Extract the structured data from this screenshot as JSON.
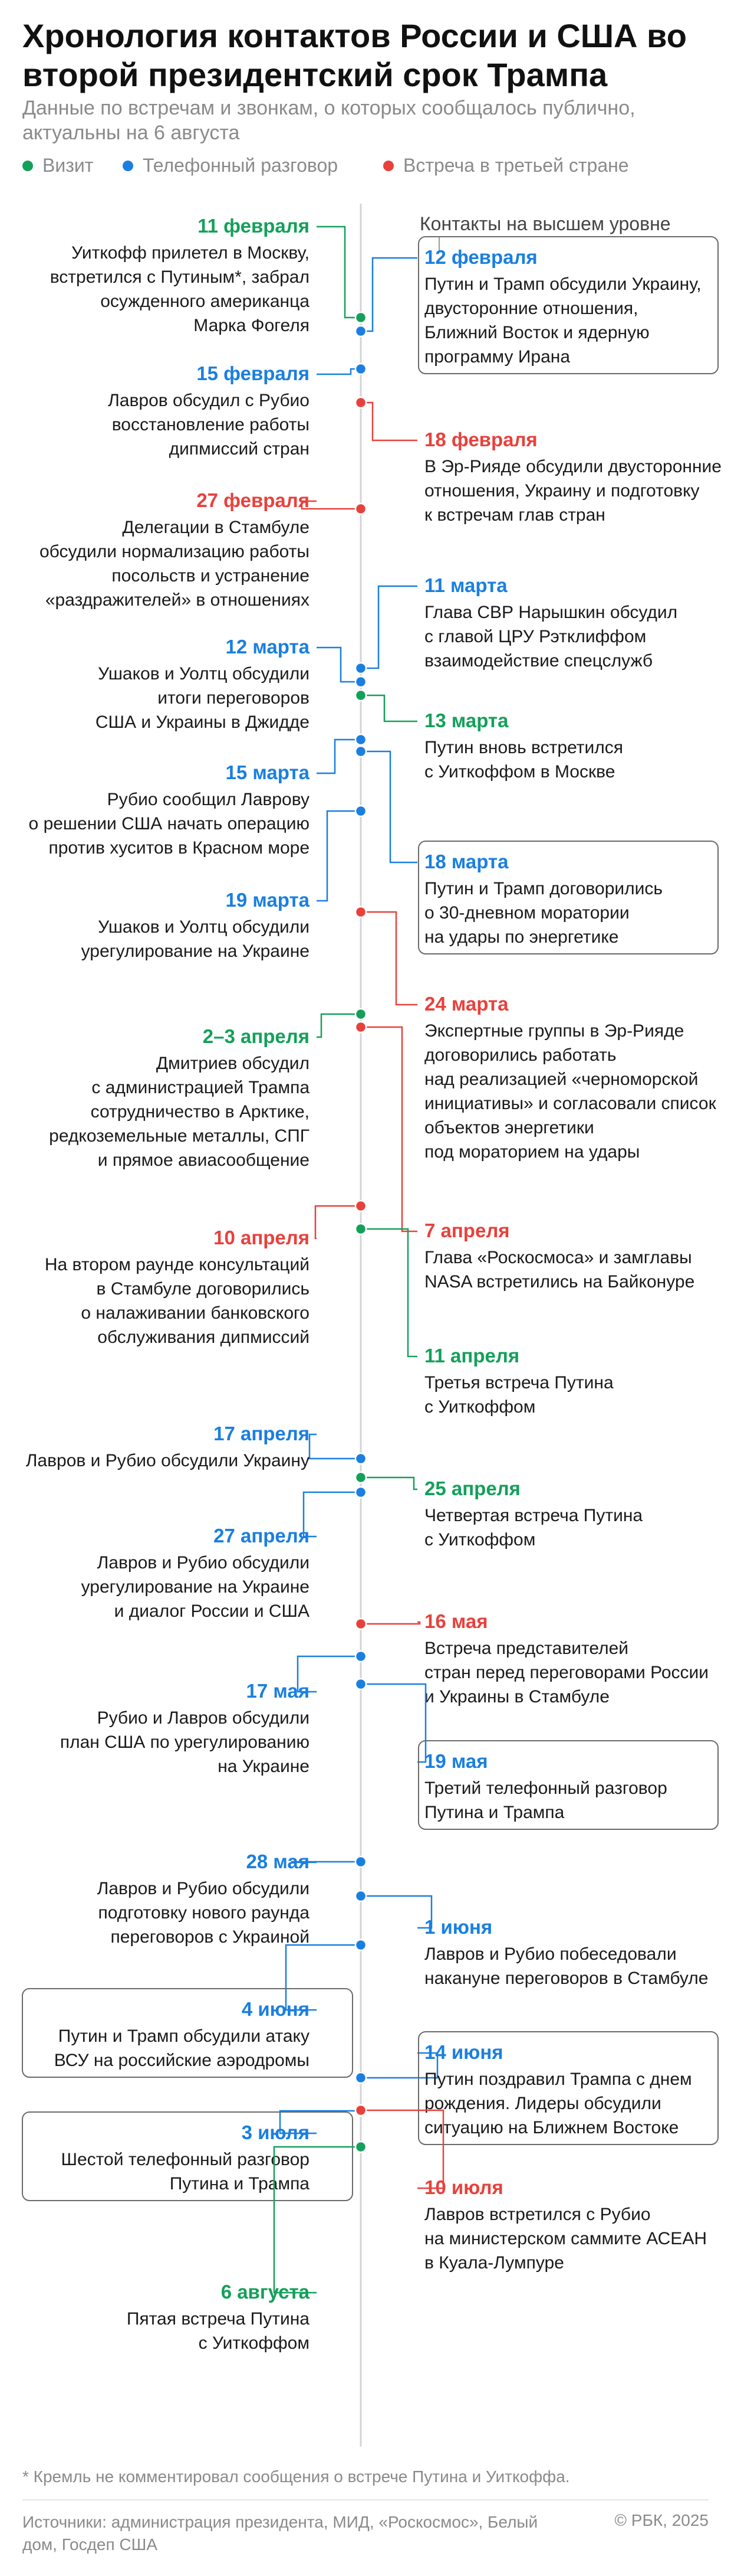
{
  "title": "Хронология контактов России и США во второй президентский срок Трампа",
  "subtitle": "Данные по встречам и звонкам, о которых сообщалось публично, актуальны на 6 августа",
  "legend": [
    {
      "label": "Визит",
      "color": "#14a05a"
    },
    {
      "label": "Телефонный разговор",
      "color": "#1a7fe0"
    },
    {
      "label": "Встреча в третьей стране",
      "color": "#e8413c"
    }
  ],
  "top_level_label": "Контакты на высшем уровне",
  "footnote": "* Кремль не комментировал сообщения о встрече Путина и Уиткоффа.",
  "source": "Источники: администрация президента, МИД, «Роскосмос», Белый дом, Госдеп США",
  "credit": "© РБК, 2025",
  "events": [
    {
      "date": "11 февраля",
      "type": "visit",
      "side": "left",
      "top": false,
      "lines": [
        "Уиткофф прилетел в Москву,",
        "встретился с Путиным*, забрал",
        "осужденного американца",
        "Марка Фогеля"
      ]
    },
    {
      "date": "12 февраля",
      "type": "call",
      "side": "right",
      "top": true,
      "lines": [
        "Путин и Трамп обсудили Украину,",
        "двусторонние отношения,",
        "Ближний Восток и ядерную",
        "программу Ирана"
      ]
    },
    {
      "date": "15 февраля",
      "type": "call",
      "side": "left",
      "top": false,
      "lines": [
        "Лавров обсудил с Рубио",
        "восстановление работы",
        "дипмиссий стран"
      ]
    },
    {
      "date": "18 февраля",
      "type": "third",
      "side": "right",
      "top": false,
      "lines": [
        "В Эр-Рияде обсудили двусторонние",
        "отношения, Украину и подготовку",
        "к встречам глав стран"
      ]
    },
    {
      "date": "27 февраля",
      "type": "third",
      "side": "left",
      "top": false,
      "lines": [
        "Делегации в Стамбуле",
        "обсудили нормализацию работы",
        "посольств и устранение",
        "«раздражителей» в отношениях"
      ]
    },
    {
      "date": "11 марта",
      "type": "call",
      "side": "right",
      "top": false,
      "lines": [
        "Глава СВР Нарышкин обсудил",
        "с главой ЦРУ Рэтклиффом",
        "взаимодействие спецслужб"
      ]
    },
    {
      "date": "12 марта",
      "type": "call",
      "side": "left",
      "top": false,
      "lines": [
        "Ушаков и Уолтц обсудили",
        "итоги переговоров",
        "США и Украины в Джидде"
      ]
    },
    {
      "date": "13 марта",
      "type": "visit",
      "side": "right",
      "top": false,
      "lines": [
        "Путин вновь встретился",
        "с Уиткоффом в Москве"
      ]
    },
    {
      "date": "15 марта",
      "type": "call",
      "side": "left",
      "top": false,
      "lines": [
        "Рубио сообщил Лаврову",
        "о решении США начать операцию",
        "против хуситов в Красном море"
      ]
    },
    {
      "date": "18 марта",
      "type": "call",
      "side": "right",
      "top": true,
      "lines": [
        "Путин и Трамп договорились",
        "о 30-дневном моратории",
        "на удары по энергетике"
      ]
    },
    {
      "date": "19 марта",
      "type": "call",
      "side": "left",
      "top": false,
      "lines": [
        "Ушаков и Уолтц обсудили",
        "урегулирование на Украине"
      ]
    },
    {
      "date": "24 марта",
      "type": "third",
      "side": "right",
      "top": false,
      "lines": [
        "Экспертные группы в Эр-Рияде",
        "договорились работать",
        "над реализацией «черноморской",
        "инициативы» и согласовали список",
        "объектов энергетики",
        "под мораторием на удары"
      ]
    },
    {
      "date": "2–3 апреля",
      "type": "visit",
      "side": "left",
      "top": false,
      "lines": [
        "Дмитриев обсудил",
        "с администрацией Трампа",
        "сотрудничество в Арктике,",
        "редкоземельные металлы, СПГ",
        "и прямое авиасообщение"
      ]
    },
    {
      "date": "7 апреля",
      "type": "third",
      "side": "right",
      "top": false,
      "lines": [
        "Глава «Роскосмоса» и замглавы",
        "NASA встретились на Байконуре"
      ]
    },
    {
      "date": "10 апреля",
      "type": "third",
      "side": "left",
      "top": false,
      "lines": [
        "На втором раунде консультаций",
        "в Стамбуле договорились",
        "о налаживании банковского",
        "обслуживания дипмиссий"
      ]
    },
    {
      "date": "11 апреля",
      "type": "visit",
      "side": "right",
      "top": false,
      "lines": [
        "Третья встреча Путина",
        "с Уиткоффом"
      ]
    },
    {
      "date": "17 апреля",
      "type": "call",
      "side": "left",
      "top": false,
      "lines": [
        "Лавров и Рубио обсудили Украину"
      ]
    },
    {
      "date": "25 апреля",
      "type": "visit",
      "side": "right",
      "top": false,
      "lines": [
        "Четвертая встреча Путина",
        "с Уиткоффом"
      ]
    },
    {
      "date": "27 апреля",
      "type": "call",
      "side": "left",
      "top": false,
      "lines": [
        "Лавров и Рубио обсудили",
        "урегулирование на Украине",
        "и диалог России и США"
      ]
    },
    {
      "date": "16 мая",
      "type": "third",
      "side": "right",
      "top": false,
      "lines": [
        "Встреча представителей",
        "стран перед переговорами России",
        "и Украины в Стамбуле"
      ]
    },
    {
      "date": "17 мая",
      "type": "call",
      "side": "left",
      "top": false,
      "lines": [
        "Рубио и Лавров обсудили",
        "план США по урегулированию",
        "на Украине"
      ]
    },
    {
      "date": "19 мая",
      "type": "call",
      "side": "right",
      "top": true,
      "lines": [
        "Третий телефонный разговор",
        "Путина и Трампа"
      ]
    },
    {
      "date": "28 мая",
      "type": "call",
      "side": "left",
      "top": false,
      "lines": [
        "Лавров и Рубио обсудили",
        "подготовку нового раунда",
        "переговоров с Украиной"
      ]
    },
    {
      "date": "1 июня",
      "type": "call",
      "side": "right",
      "top": false,
      "lines": [
        "Лавров и Рубио побеседовали",
        "накануне переговоров в Стамбуле"
      ]
    },
    {
      "date": "4 июня",
      "type": "call",
      "side": "left",
      "top": true,
      "lines": [
        "Путин и Трамп обсудили атаку",
        "ВСУ на российские аэродромы"
      ]
    },
    {
      "date": "14 июня",
      "type": "call",
      "side": "right",
      "top": true,
      "lines": [
        "Путин поздравил Трампа с днем",
        "рождения. Лидеры обсудили",
        "ситуацию на Ближнем Востоке"
      ]
    },
    {
      "date": "3 июля",
      "type": "call",
      "side": "left",
      "top": true,
      "lines": [
        "Шестой телефонный разговор",
        "Путина и Трампа"
      ]
    },
    {
      "date": "10 июля",
      "type": "third",
      "side": "right",
      "top": false,
      "lines": [
        "Лавров встретился с Рубио",
        "на министерском саммите АСЕАН",
        "в Куала-Лумпуре"
      ]
    },
    {
      "date": "6 августа",
      "type": "visit",
      "side": "left",
      "top": false,
      "lines": [
        "Пятая встреча Путина",
        "с Уиткоффом"
      ]
    }
  ]
}
